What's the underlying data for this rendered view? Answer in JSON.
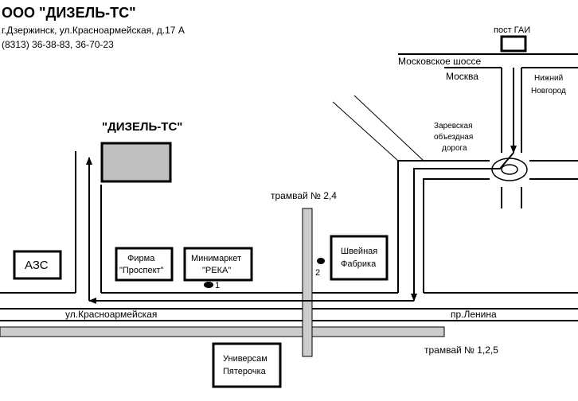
{
  "header": {
    "company": "ООО \"ДИЗЕЛЬ-ТС\"",
    "address": "г.Дзержинск, ул.Красноармейская, д.17 А",
    "phones": "(8313) 36-38-83, 36-70-23"
  },
  "labels": {
    "target_building": "\"ДИЗЕЛЬ-ТС\"",
    "gai_post": "пост ГАИ",
    "moscow_highway": "Московское шоссе",
    "moscow": "Москва",
    "nizhny_line1": "Нижний",
    "nizhny_line2": "Новгород",
    "bypass_line1": "Заревская",
    "bypass_line2": "объездная",
    "bypass_line3": "дорога",
    "tram_24": "трамвай № 2,4",
    "tram_125": "трамвай № 1,2,5",
    "krasnoarmeyskaya": "ул.Красноармейская",
    "lenina": "пр.Ленина",
    "azs": "АЗС",
    "firm_line1": "Фирма",
    "firm_line2": "\"Проспект\"",
    "minimarket_line1": "Минимаркет",
    "minimarket_line2": "\"РЕКА\"",
    "sewing_line1": "Швейная",
    "sewing_line2": "Фабрика",
    "universam_line1": "Универсам",
    "universam_line2": "Пятерочка",
    "stop_1": "1",
    "stop_2": "2"
  },
  "colors": {
    "target_fill": "#c0c0c0",
    "tram_fill": "#cccccc"
  }
}
